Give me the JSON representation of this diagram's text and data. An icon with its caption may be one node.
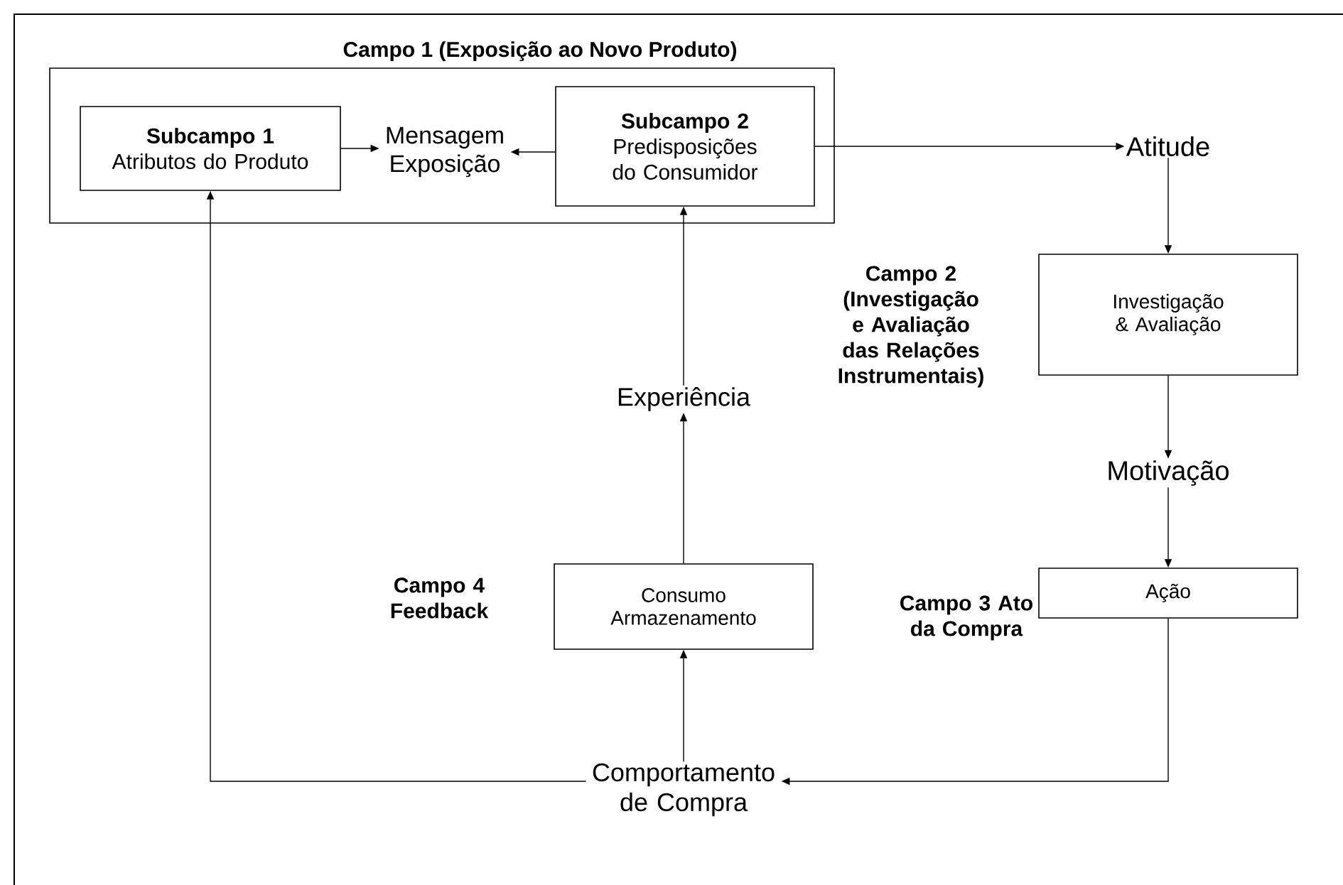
{
  "diagram": {
    "nodes": [
      {
        "text": [
          "Campo 1 (Exposição ao Novo Produto)"
        ]
      },
      {
        "text": [
          "Subcampo 1",
          "Atributos do Produto"
        ],
        "in": 0
      },
      {
        "text": [
          "Mensagem Exposição"
        ],
        "in": 0
      },
      {
        "text": [
          "Subcampo 2",
          "Predisposições do Consumidor"
        ],
        "in": 0
      },
      {
        "text": [
          "Atitude"
        ]
      },
      {
        "text": [
          "Investigação & Avaliação"
        ]
      },
      {
        "text": [
          "Motivação"
        ]
      },
      {
        "text": [
          "Ação"
        ]
      },
      {
        "text": [
          "Comportamento de Compra"
        ]
      },
      {
        "text": [
          "Consumo Armazenamento"
        ]
      },
      {
        "text": [
          "Experiência"
        ]
      }
    ],
    "edges": [
      {
        "from": 1,
        "to": 2,
        "arrow": "to"
      },
      {
        "from": 3,
        "to": 2,
        "arrow": "to"
      },
      {
        "from": 3,
        "to": 4,
        "arrow": "to"
      },
      {
        "from": 4,
        "to": 5,
        "arrow": "to"
      },
      {
        "from": 5,
        "to": 6,
        "arrow": "to"
      },
      {
        "from": 6,
        "to": 7,
        "arrow": "to"
      },
      {
        "from": 7,
        "to": 8,
        "arrow": "to"
      },
      {
        "from": 8,
        "to": 9,
        "arrow": "to"
      },
      {
        "from": 9,
        "to": 10,
        "arrow": "to"
      },
      {
        "from": 10,
        "to": 3,
        "arrow": "to"
      },
      {
        "from": 8,
        "to": 1,
        "arrow": "to"
      }
    ],
    "labels": [
      "Campo 2 (Investigação e Avaliação das Relações Instrumentais)",
      "Campo 4 Feedback",
      "Campo 3 Ato da Compra"
    ]
  }
}
